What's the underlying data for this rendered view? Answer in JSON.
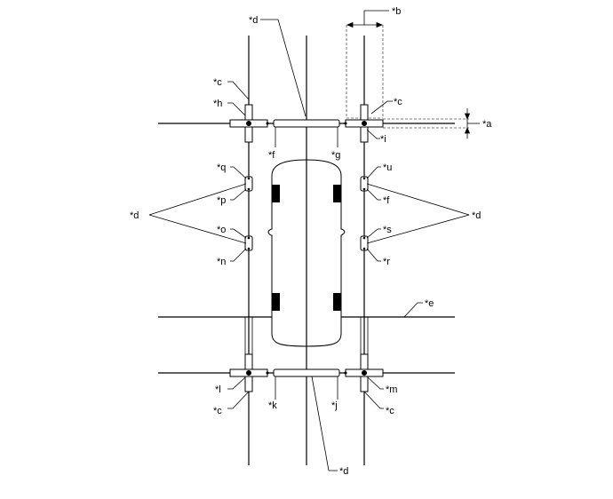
{
  "labels": {
    "a": "*a",
    "b": "*b",
    "c": "*c",
    "d": "*d",
    "e": "*e",
    "f": "*f",
    "g": "*g",
    "h": "*h",
    "i": "*i",
    "j": "*j",
    "k": "*k",
    "l": "*l",
    "m": "*m",
    "n": "*n",
    "o": "*o",
    "p": "*p",
    "q": "*q",
    "r": "*r",
    "s": "*s",
    "u": "*u"
  },
  "colors": {
    "line": "#000000",
    "fill": "#ffffff",
    "dashed": "#555555",
    "tire": "#000000"
  }
}
